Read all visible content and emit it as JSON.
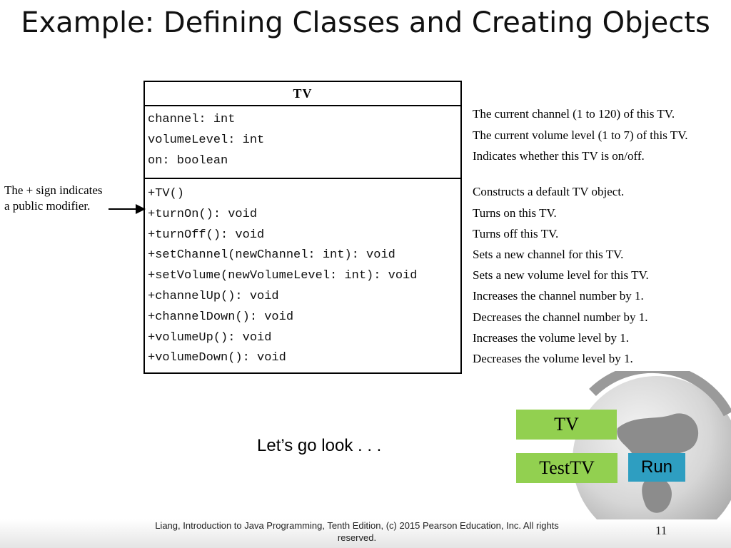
{
  "slide": {
    "title": "Example: Defining Classes and Creating Objects",
    "footer": "Liang, Introduction to Java Programming, Tenth Edition, (c) 2015 Pearson Education, Inc. All rights reserved.",
    "page_number": "11"
  },
  "uml": {
    "class_name": "TV",
    "attributes": [
      {
        "text": "channel: int",
        "desc": "The current channel (1 to 120) of this TV."
      },
      {
        "text": "volumeLevel: int",
        "desc": "The current volume level (1 to 7) of this TV."
      },
      {
        "text": "on: boolean",
        "desc": "Indicates whether this TV is on/off."
      }
    ],
    "methods": [
      {
        "text": "+TV()",
        "desc": "Constructs a default TV object."
      },
      {
        "text": "+turnOn(): void",
        "desc": "Turns on this TV."
      },
      {
        "text": "+turnOff(): void",
        "desc": "Turns off this TV."
      },
      {
        "text": "+setChannel(newChannel: int): void",
        "desc": "Sets a new channel for this TV."
      },
      {
        "text": "+setVolume(newVolumeLevel: int): void",
        "desc": "Sets a new volume level for this TV."
      },
      {
        "text": "+channelUp(): void",
        "desc": "Increases the channel number by 1."
      },
      {
        "text": "+channelDown(): void",
        "desc": "Decreases the channel number by 1."
      },
      {
        "text": "+volumeUp(): void",
        "desc": "Increases the volume level by 1."
      },
      {
        "text": "+volumeDown(): void",
        "desc": "Decreases the volume level by 1."
      }
    ]
  },
  "annotation": {
    "line1": "The + sign indicates",
    "line2": "a public modifier."
  },
  "lets_go": "Let’s go look . . .",
  "buttons": {
    "tv": "TV",
    "testtv": "TestTV",
    "run": "Run"
  },
  "colors": {
    "button_green": "#92d050",
    "button_blue": "#2e9ec1"
  }
}
